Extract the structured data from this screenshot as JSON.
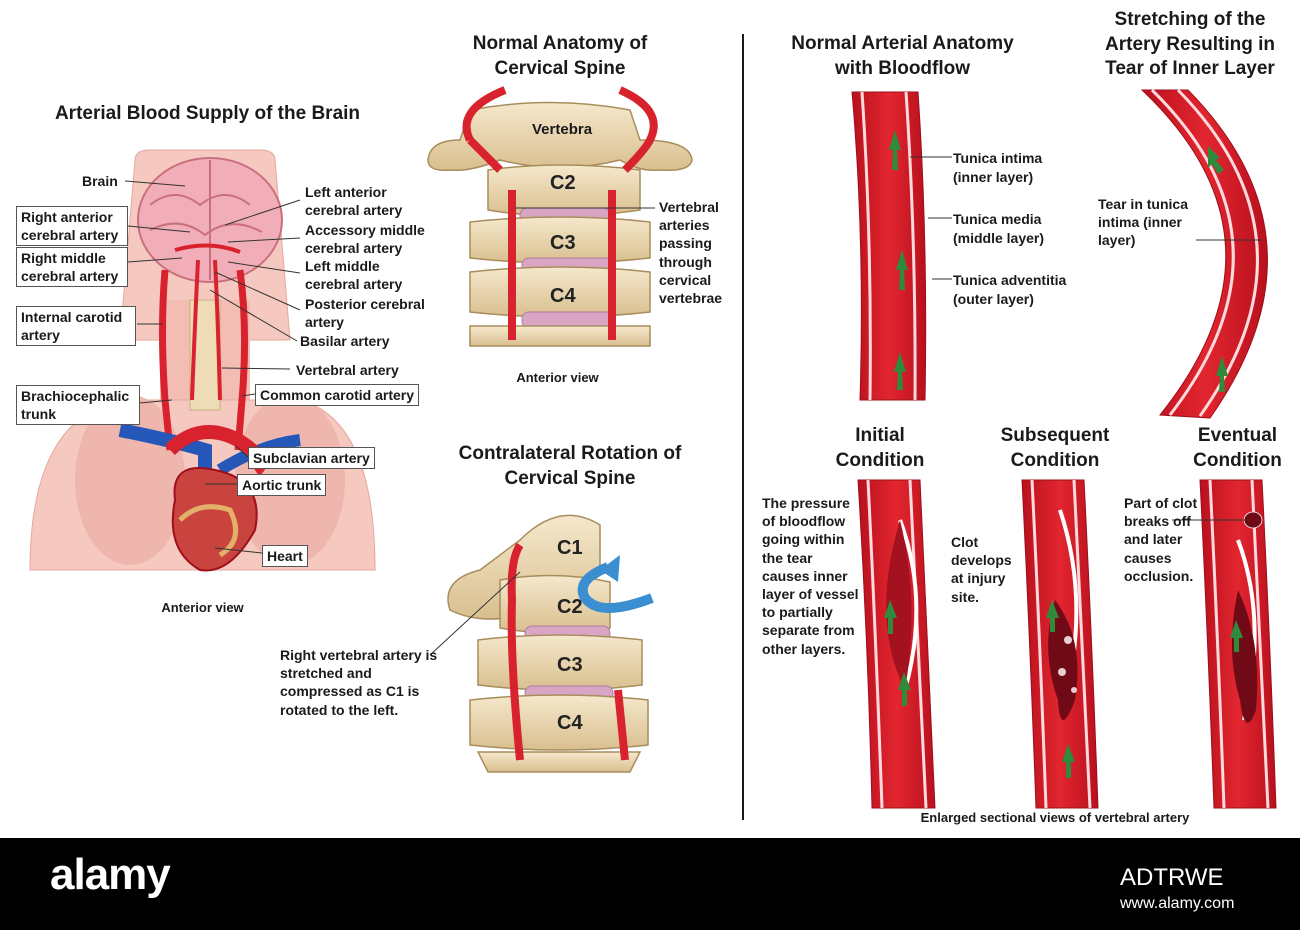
{
  "colors": {
    "artery_red": "#d8232f",
    "artery_dark": "#9e0f1b",
    "vein_blue": "#2557b8",
    "bone": "#eedcb7",
    "bone_shadow": "#c9ae7f",
    "disc": "#d8a6c4",
    "skin": "#f6c9c0",
    "arrow_green": "#2f8a3c",
    "rotation_blue": "#3b8fd0"
  },
  "panel_brain": {
    "title": "Arterial Blood Supply of the Brain",
    "caption": "Anterior view",
    "labels": {
      "brain": "Brain",
      "right_anterior": "Right anterior cerebral artery",
      "right_middle": "Right middle cerebral artery",
      "internal_carotid": "Internal carotid artery",
      "brachiocephalic": "Brachiocephalic trunk",
      "left_anterior": "Left anterior cerebral artery",
      "accessory_middle": "Accessory middle cerebral artery",
      "left_middle": "Left middle cerebral artery",
      "posterior_cerebral": "Posterior cerebral artery",
      "basilar": "Basilar artery",
      "vertebral": "Vertebral artery",
      "common_carotid": "Common carotid artery",
      "subclavian": "Subclavian artery",
      "aortic": "Aortic trunk",
      "heart": "Heart"
    }
  },
  "panel_spine_normal": {
    "title": "Normal Anatomy of Cervical Spine",
    "caption": "Anterior view",
    "vertebra": "Vertebra",
    "c2": "C2",
    "c3": "C3",
    "c4": "C4",
    "vertebral_label": "Vertebral arteries passing through cervical vertebrae"
  },
  "panel_spine_rotation": {
    "title": "Contralateral Rotation of Cervical Spine",
    "c1": "C1",
    "c2": "C2",
    "c3": "C3",
    "c4": "C4",
    "description": "Right vertebral artery is stretched and compressed as C1 is rotated to the left."
  },
  "panel_artery_normal": {
    "title": "Normal Arterial Anatomy with Bloodflow",
    "intima": "Tunica intima",
    "intima_sub": "(inner layer)",
    "media": "Tunica media",
    "media_sub": "(middle layer)",
    "adventitia": "Tunica adventitia",
    "adventitia_sub": "(outer layer)"
  },
  "panel_artery_stretch": {
    "title": "Stretching of the Artery Resulting in Tear of Inner Layer",
    "tear_label": "Tear in tunica intima (inner layer)"
  },
  "panel_conditions": {
    "initial_title": "Initial Condition",
    "initial_text": "The pressure of bloodflow going within the tear causes inner layer of vessel to partially separate from other layers.",
    "subsequent_title": "Subsequent Condition",
    "subsequent_text": "Clot develops at injury site.",
    "eventual_title": "Eventual Condition",
    "eventual_text": "Part of clot breaks off and later causes occlusion.",
    "caption": "Enlarged sectional views of vertebral artery"
  },
  "watermark": {
    "brand": "alamy",
    "image_id": "ADTRWE",
    "url": "www.alamy.com"
  }
}
